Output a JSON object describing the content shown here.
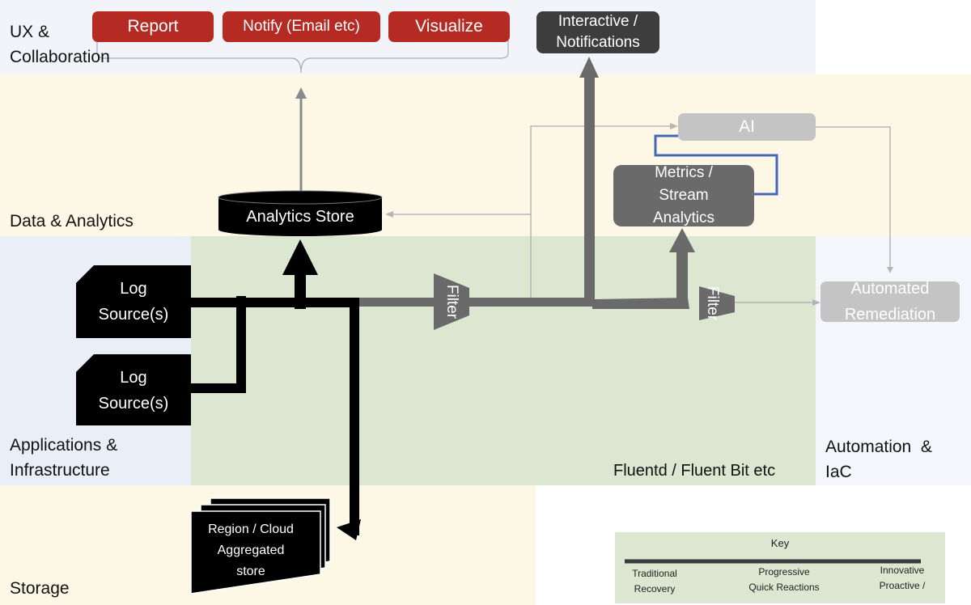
{
  "layers": {
    "ux": "UX &\nCollaboration",
    "data": "Data & Analytics",
    "apps": "Applications &\nInfrastructure",
    "automation": "Automation  &\nIaC",
    "storage": "Storage"
  },
  "buttons": {
    "report": "Report",
    "notify": "Notify (Email etc)",
    "visualize": "Visualize"
  },
  "nodes": {
    "interactive": "Interactive /\nNotifications",
    "ai": "AI",
    "metrics": "Metrics /\nStream\nAnalytics",
    "analytics_store": "Analytics Store",
    "log_source_1": "Log\nSource(s)",
    "log_source_2": "Log\nSource(s)",
    "filter_1": "Filter",
    "filter_2": "Filter",
    "automated_remediation": "Automated\nRemediation",
    "aggregated_store": "Region / Cloud\nAggregated\nstore",
    "fluentd_label": "Fluentd / Fluent Bit etc"
  },
  "key": {
    "title": "Key",
    "traditional": "Traditional\nRecovery",
    "progressive": "Progressive\nQuick Reactions",
    "innovative": "Innovative\nProactive /"
  },
  "colors": {
    "red": "#b52a22",
    "dark": "#3d3d3d",
    "grey": "#6a6a6a",
    "light_grey": "#c4c4c4",
    "green": "#dbe7d1",
    "yellow": "#fdf8e6",
    "blue": "#4466bb"
  }
}
